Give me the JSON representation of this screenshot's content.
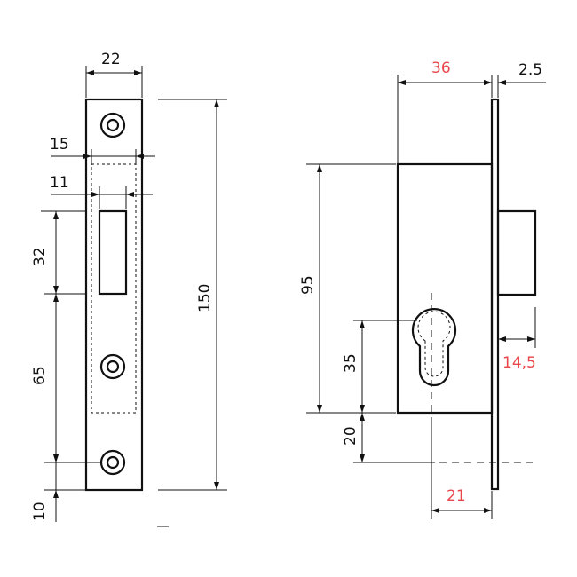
{
  "colors": {
    "line": "#111111",
    "accent": "#e8464b",
    "background": "#ffffff"
  },
  "front_view": {
    "dims": {
      "width": "22",
      "spacing_15": "15",
      "spacing_11": "11",
      "height_32": "32",
      "height_65": "65",
      "height_10": "10",
      "height_150": "150"
    }
  },
  "side_view": {
    "dims": {
      "depth_36": "36",
      "plate_2_5": "2.5",
      "height_95": "95",
      "height_35": "35",
      "height_20": "20",
      "bolt_14_5": "14,5",
      "backset_21": "21"
    }
  }
}
